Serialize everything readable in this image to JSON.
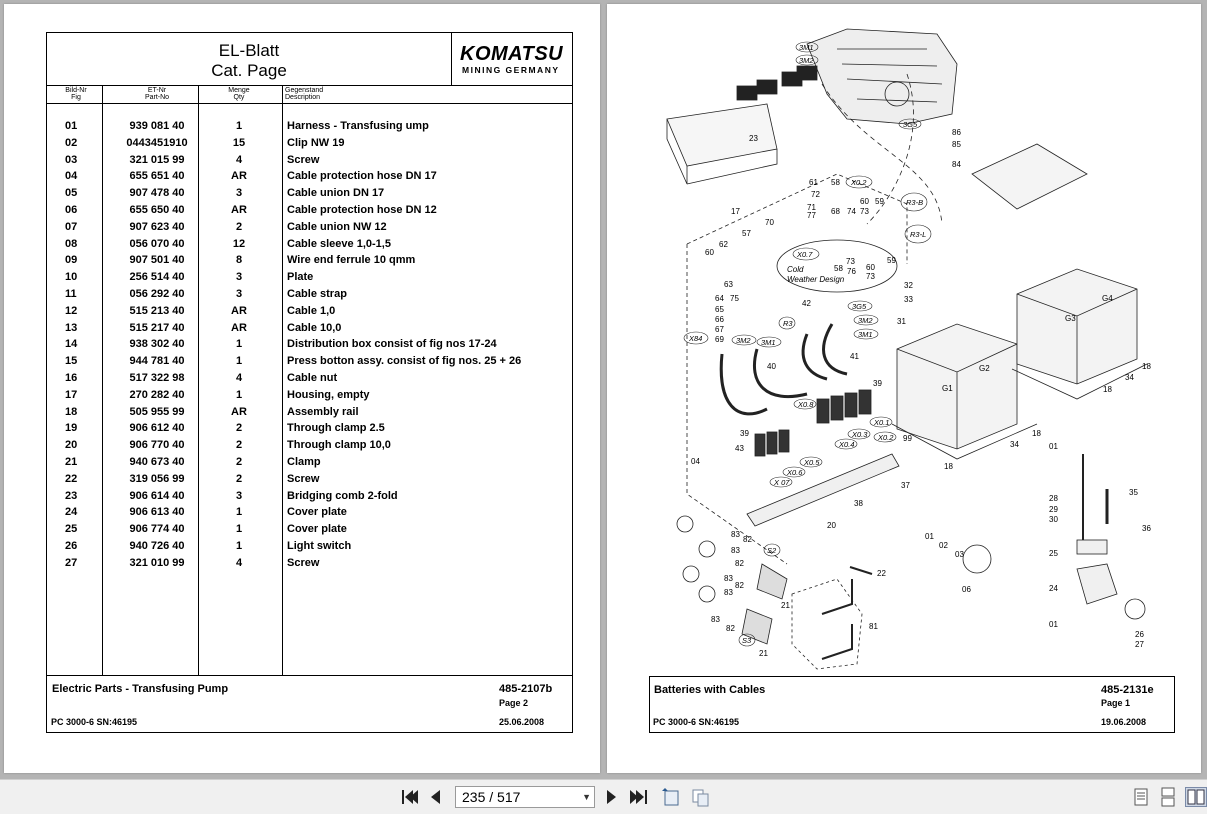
{
  "left_page": {
    "title_line1": "EL-Blatt",
    "title_line2": "Cat. Page",
    "logo": "KOMATSU",
    "logo_sub": "MINING GERMANY",
    "columns": [
      {
        "de": "Bild-Nr",
        "en": "Fig"
      },
      {
        "de": "ET-Nr",
        "en": "Part-No"
      },
      {
        "de": "Menge",
        "en": "Qty"
      },
      {
        "de": "Gegenstand",
        "en": "Description"
      }
    ],
    "rows": [
      {
        "fig": "01",
        "part": "939 081 40",
        "qty": "1",
        "desc": "Harness - Transfusing ump"
      },
      {
        "fig": "02",
        "part": "0443451910",
        "qty": "15",
        "desc": "Clip NW 19"
      },
      {
        "fig": "03",
        "part": "321 015 99",
        "qty": "4",
        "desc": "Screw"
      },
      {
        "fig": "04",
        "part": "655 651 40",
        "qty": "AR",
        "desc": "Cable protection hose DN 17"
      },
      {
        "fig": "05",
        "part": "907 478 40",
        "qty": "3",
        "desc": "Cable union DN 17"
      },
      {
        "fig": "06",
        "part": "655 650 40",
        "qty": "AR",
        "desc": "Cable protection hose DN 12"
      },
      {
        "fig": "07",
        "part": "907 623 40",
        "qty": "2",
        "desc": "Cable union NW 12"
      },
      {
        "fig": "08",
        "part": "056 070 40",
        "qty": "12",
        "desc": "Cable sleeve 1,0-1,5"
      },
      {
        "fig": "09",
        "part": "907 501 40",
        "qty": "8",
        "desc": "Wire end ferrule 10 qmm"
      },
      {
        "fig": "10",
        "part": "256 514 40",
        "qty": "3",
        "desc": "Plate"
      },
      {
        "fig": "11",
        "part": "056 292 40",
        "qty": "3",
        "desc": "Cable strap"
      },
      {
        "fig": "12",
        "part": "515 213 40",
        "qty": "AR",
        "desc": "Cable 1,0"
      },
      {
        "fig": "13",
        "part": "515 217 40",
        "qty": "AR",
        "desc": "Cable 10,0"
      },
      {
        "fig": "14",
        "part": "938 302 40",
        "qty": "1",
        "desc": "Distribution box consist of fig nos 17-24"
      },
      {
        "fig": "15",
        "part": "944 781 40",
        "qty": "1",
        "desc": "Press botton assy. consist of fig nos. 25 + 26"
      },
      {
        "fig": "16",
        "part": "517 322 98",
        "qty": "4",
        "desc": "Cable nut"
      },
      {
        "fig": "17",
        "part": "270 282 40",
        "qty": "1",
        "desc": "Housing, empty"
      },
      {
        "fig": "18",
        "part": "505 955 99",
        "qty": "AR",
        "desc": "Assembly rail"
      },
      {
        "fig": "19",
        "part": "906 612 40",
        "qty": "2",
        "desc": "Through clamp 2.5"
      },
      {
        "fig": "20",
        "part": "906 770 40",
        "qty": "2",
        "desc": "Through clamp 10,0"
      },
      {
        "fig": "21",
        "part": "940 673 40",
        "qty": "2",
        "desc": "Clamp"
      },
      {
        "fig": "22",
        "part": "319 056 99",
        "qty": "2",
        "desc": "Screw"
      },
      {
        "fig": "23",
        "part": "906 614 40",
        "qty": "3",
        "desc": "Bridging comb 2-fold"
      },
      {
        "fig": "24",
        "part": "906 613 40",
        "qty": "1",
        "desc": "Cover plate"
      },
      {
        "fig": "25",
        "part": "906 774 40",
        "qty": "1",
        "desc": "Cover plate"
      },
      {
        "fig": "26",
        "part": "940 726 40",
        "qty": "1",
        "desc": "Light switch"
      },
      {
        "fig": "27",
        "part": "321 010 99",
        "qty": "4",
        "desc": "Screw"
      }
    ],
    "footer": {
      "title": "Electric Parts - Transfusing Pump",
      "doc_no": "485-2107b",
      "page": "Page 2",
      "machine": "PC 3000-6 SN:46195",
      "date": "25.06.2008"
    }
  },
  "right_page": {
    "footer": {
      "title": "Batteries with Cables",
      "doc_no": "485-2131e",
      "page": "Page 1",
      "machine": "PC 3000-6 SN:46195",
      "date": "19.06.2008"
    },
    "diagram_labels": {
      "cold1": "Cold",
      "cold2": "Weather Design"
    }
  },
  "toolbar": {
    "page_indicator": "235 / 517",
    "icons": [
      "first-page-icon",
      "prev-page-icon",
      "next-page-icon",
      "last-page-icon",
      "rotate-icon",
      "fit-icon",
      "single-page-view-icon",
      "continuous-view-icon",
      "two-page-view-icon"
    ]
  }
}
